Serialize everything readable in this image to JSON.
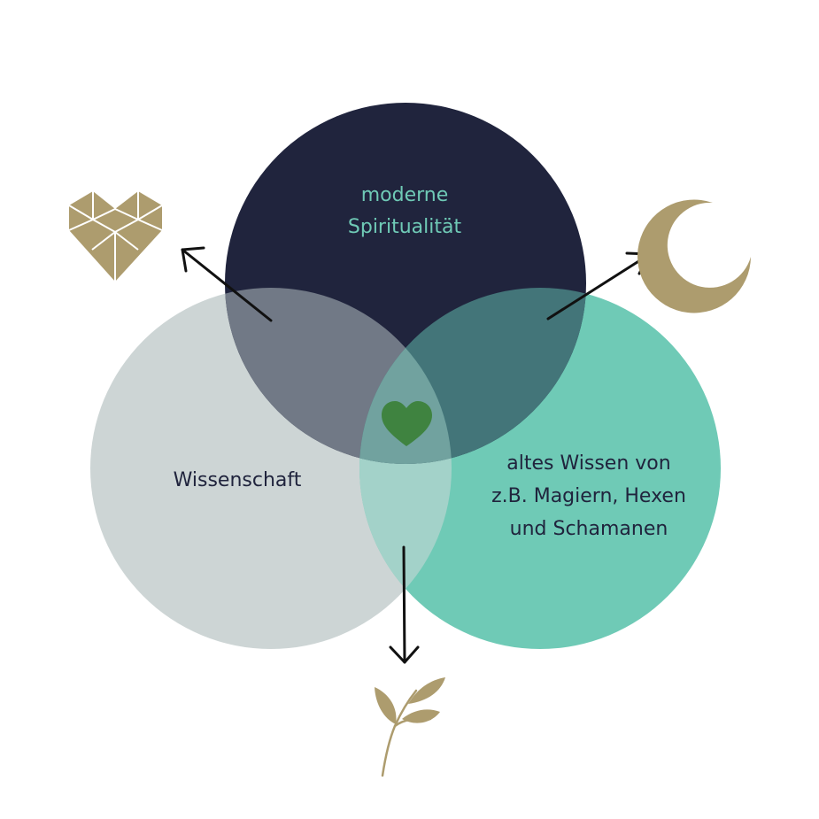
{
  "colors": {
    "background": "#ffffff",
    "top_circle": "#20243d",
    "left_circle": "#cdd5d5",
    "right_circle": "#6fcab6",
    "overlap_top_left": "#717986",
    "overlap_top_right": "#437579",
    "overlap_left_right": "#a3d2c9",
    "overlap_center": "#71a29f",
    "center_heart": "#3f8340",
    "top_text": "#6fcab6",
    "side_text": "#20243d",
    "gold": "#ad9c6e",
    "arrow": "#111111"
  },
  "sets": [
    {
      "id": "top",
      "lines": [
        "moderne",
        "Spiritualität"
      ]
    },
    {
      "id": "left",
      "lines": [
        "Wissenschaft"
      ]
    },
    {
      "id": "right",
      "lines": [
        "altes Wissen von",
        "z.B. Magiern, Hexen",
        "und Schamanen"
      ]
    }
  ],
  "icons": {
    "center": "heart-icon",
    "upper_left": "geometric-heart-icon",
    "upper_right": "crescent-moon-icon",
    "bottom": "leaf-sprig-icon"
  }
}
